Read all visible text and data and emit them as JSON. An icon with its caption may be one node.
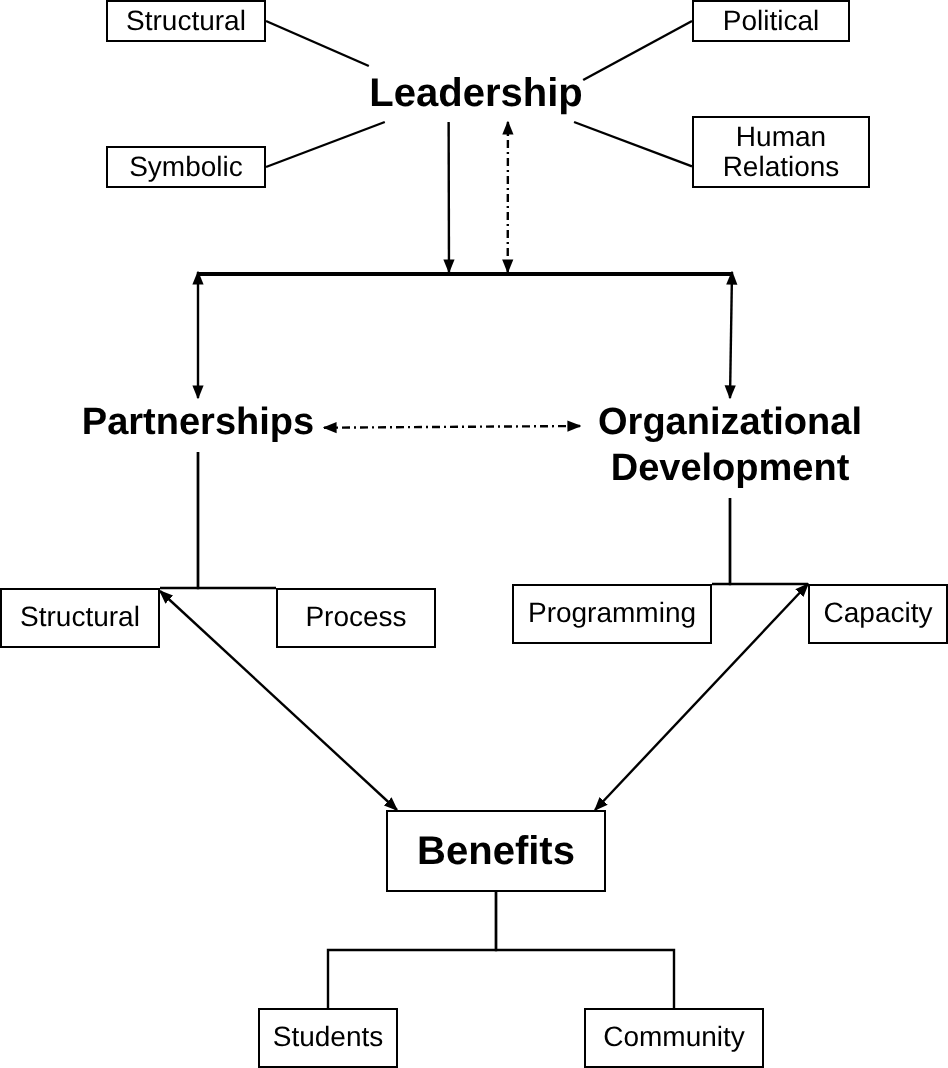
{
  "diagram": {
    "nodes": [
      {
        "text": [
          "Structural"
        ]
      },
      {
        "text": [
          "Political"
        ]
      },
      {
        "text": [
          "Leadership"
        ]
      },
      {
        "text": [
          "Symbolic"
        ]
      },
      {
        "text": [
          "Human Relations"
        ]
      },
      {
        "text": [],
        "shape": "bar"
      },
      {
        "text": [
          "Partnerships"
        ]
      },
      {
        "text": [
          "Organizational Development"
        ]
      },
      {
        "text": [
          "Structural"
        ]
      },
      {
        "text": [
          "Process"
        ]
      },
      {
        "text": [
          "Programming"
        ]
      },
      {
        "text": [
          "Capacity"
        ]
      },
      {
        "text": [
          "Benefits"
        ]
      },
      {
        "text": [
          "Students"
        ]
      },
      {
        "text": [
          "Community"
        ]
      }
    ],
    "edges": [
      {
        "from": 0,
        "to": 2,
        "arrow": "none"
      },
      {
        "from": 1,
        "to": 2,
        "arrow": "none"
      },
      {
        "from": 3,
        "to": 2,
        "arrow": "none"
      },
      {
        "from": 4,
        "to": 2,
        "arrow": "none"
      },
      {
        "from": 2,
        "to": 5,
        "arrow": "to"
      },
      {
        "from": 2,
        "to": 5,
        "arrow": "both",
        "style": "dashed"
      },
      {
        "from": 5,
        "to": 6,
        "arrow": "both"
      },
      {
        "from": 5,
        "to": 7,
        "arrow": "both"
      },
      {
        "from": 6,
        "to": 7,
        "arrow": "both",
        "style": "dashed"
      },
      {
        "from": 6,
        "to": 8,
        "arrow": "none"
      },
      {
        "from": 6,
        "to": 9,
        "arrow": "none"
      },
      {
        "from": 7,
        "to": 10,
        "arrow": "none"
      },
      {
        "from": 7,
        "to": 11,
        "arrow": "none"
      },
      {
        "from": 8,
        "to": 12,
        "arrow": "both"
      },
      {
        "from": 11,
        "to": 12,
        "arrow": "both"
      },
      {
        "from": 12,
        "to": 13,
        "arrow": "none"
      },
      {
        "from": 12,
        "to": 14,
        "arrow": "none"
      }
    ]
  }
}
